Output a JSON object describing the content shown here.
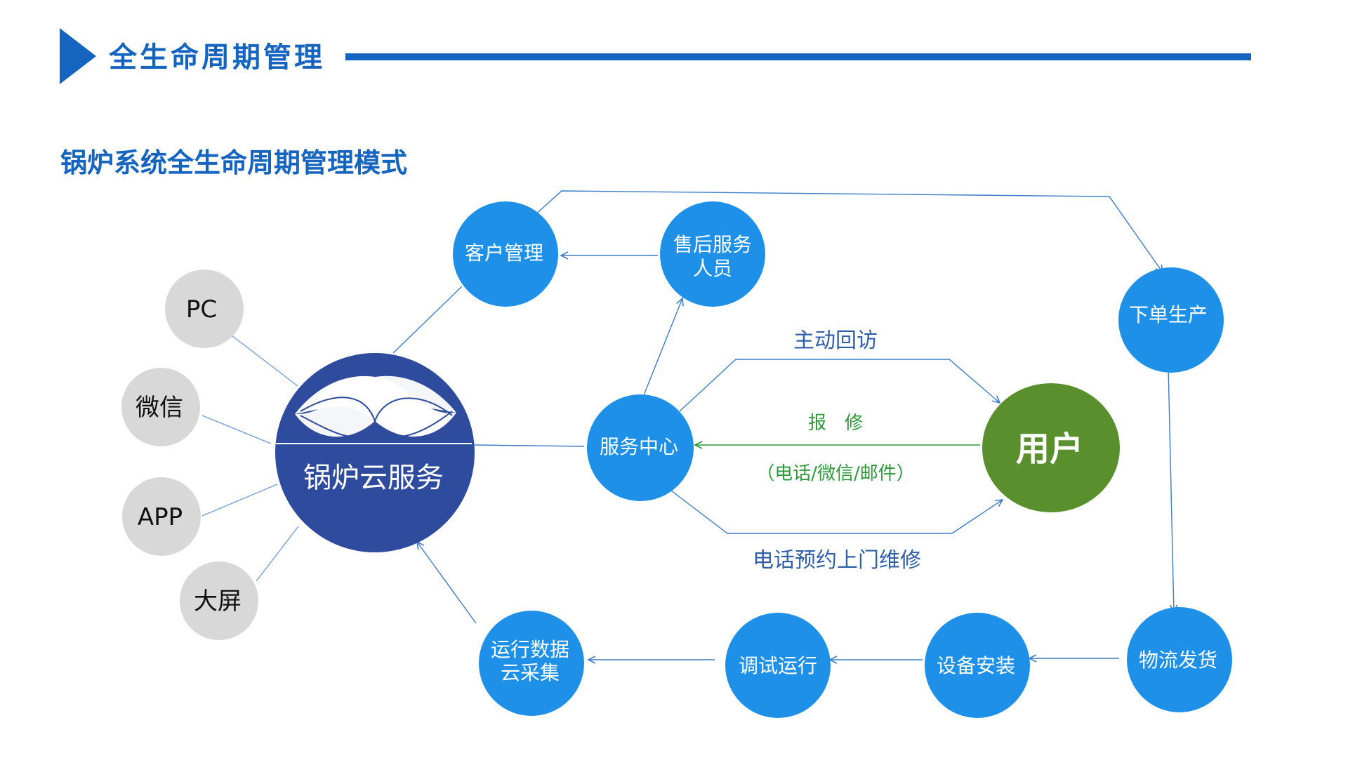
{
  "header": {
    "title": "全生命周期管理",
    "accent_color": "#1565C0"
  },
  "subtitle": "锅炉系统全生命周期管理模式",
  "colors": {
    "process_node": "#1E90E8",
    "user_node": "#5A8F2E",
    "cloud_node": "#2F4B9E",
    "client_node": "#D8D8D8",
    "edge": "#3C7CC9",
    "repair_text": "#2E9B3A",
    "label_text": "#2F5FA8"
  },
  "clients": {
    "pc": "PC",
    "wechat": "微信",
    "app": "APP",
    "bigscreen": "大屏"
  },
  "cloud": {
    "label": "锅炉云服务",
    "logo_icon": "wave-logo-icon"
  },
  "nodes": {
    "customer_mgmt": "客户管理",
    "aftersales_line1": "售后服务",
    "aftersales_line2": "人员",
    "service_center": "服务中心",
    "user": "用户",
    "order_production": "下单生产",
    "logistics": "物流发货",
    "installation": "设备安装",
    "commissioning": "调试运行",
    "data_collect_line1": "运行数据",
    "data_collect_line2": "云采集"
  },
  "edge_labels": {
    "active_visit": "主动回访",
    "repair": "报　修",
    "repair_channels": "（电话/微信/邮件）",
    "phone_booking": "电话预约上门维修"
  }
}
